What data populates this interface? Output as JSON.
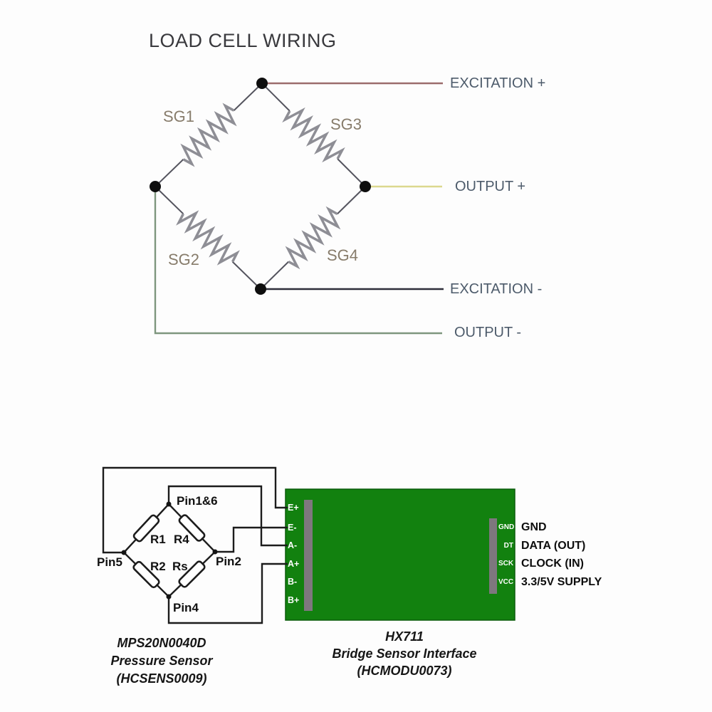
{
  "title": "LOAD CELL WIRING",
  "load_cell": {
    "gauges": [
      {
        "id": "sg1",
        "label": "SG1"
      },
      {
        "id": "sg2",
        "label": "SG2"
      },
      {
        "id": "sg3",
        "label": "SG3"
      },
      {
        "id": "sg4",
        "label": "SG4"
      }
    ],
    "terminals": [
      {
        "id": "excitation-plus",
        "label": "EXCITATION +",
        "wire_color": "#9b6d6d"
      },
      {
        "id": "output-plus",
        "label": "OUTPUT +",
        "wire_color": "#dcd88e"
      },
      {
        "id": "excitation-minus",
        "label": "EXCITATION -",
        "wire_color": "#2e2e3a"
      },
      {
        "id": "output-minus",
        "label": "OUTPUT -",
        "wire_color": "#7e967e"
      }
    ]
  },
  "pressure_sensor": {
    "pin_labels": {
      "top": "Pin1&6",
      "left": "Pin5",
      "right": "Pin2",
      "bottom": "Pin4"
    },
    "resistor_labels": {
      "r1": "R1",
      "r4": "R4",
      "r2": "R2",
      "rs": "Rs"
    },
    "caption_lines": [
      "MPS20N0040D",
      "Pressure Sensor",
      "(HCSENS0009)"
    ]
  },
  "hx711_board": {
    "board_color": "#12810f",
    "board_edge_color": "#0b5c0b",
    "header_color": "#7e777e",
    "left_pins": [
      "E+",
      "E-",
      "A-",
      "A+",
      "B-",
      "B+"
    ],
    "right_pins": [
      {
        "pin": "GND",
        "description": "GND"
      },
      {
        "pin": "DT",
        "description": "DATA (OUT)"
      },
      {
        "pin": "SCK",
        "description": "CLOCK (IN)"
      },
      {
        "pin": "VCC",
        "description": "3.3/5V SUPPLY"
      }
    ],
    "caption_lines": [
      "HX711",
      "Bridge Sensor Interface",
      "(HCMODU0073)"
    ]
  }
}
